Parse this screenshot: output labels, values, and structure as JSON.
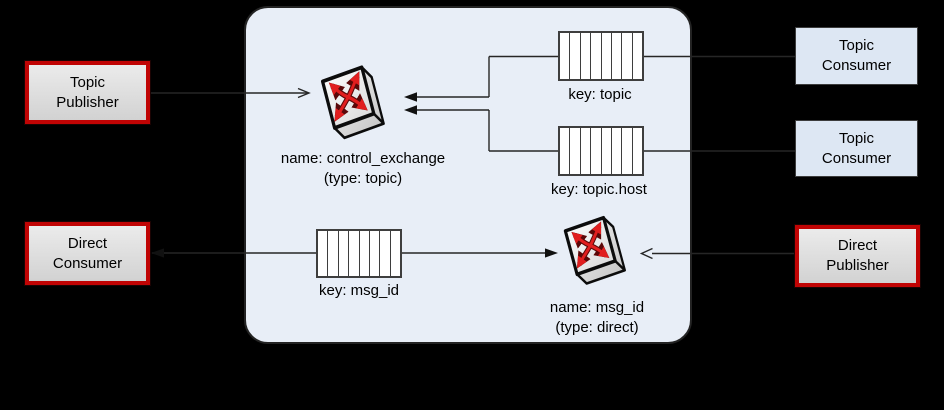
{
  "colors": {
    "background": "#000000",
    "broker_fill": "#e8eef7",
    "broker_border": "#232323",
    "consumer_fill": "#dde7f3",
    "publisher_fill": "#dcdcdc",
    "red_border": "#c00404",
    "arrow_red": "#e11e1e",
    "arrow_dark_red": "#5a0808",
    "line": "#262626"
  },
  "external_nodes": {
    "topic_publisher": {
      "line1": "Topic",
      "line2": "Publisher"
    },
    "direct_consumer": {
      "line1": "Direct",
      "line2": "Consumer"
    },
    "topic_consumer_1": {
      "line1": "Topic",
      "line2": "Consumer"
    },
    "topic_consumer_2": {
      "line1": "Topic",
      "line2": "Consumer"
    },
    "direct_publisher": {
      "line1": "Direct",
      "line2": "Publisher"
    }
  },
  "broker": {
    "exchanges": {
      "control": {
        "name": "name: control_exchange",
        "type": "(type: topic)"
      },
      "direct": {
        "name": "name: msg_id",
        "type": "(type: direct)"
      }
    },
    "queues": {
      "topic": {
        "label": "key: topic"
      },
      "topic_host": {
        "label": "key: topic.host"
      },
      "msg_id": {
        "label": "key: msg_id"
      }
    }
  }
}
